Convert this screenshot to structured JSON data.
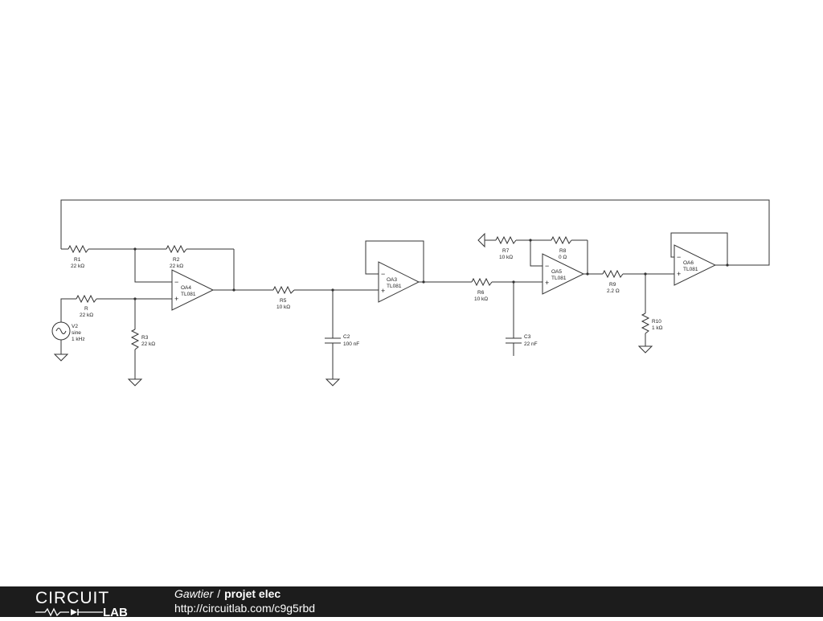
{
  "components": {
    "R1": {
      "name": "R1",
      "value": "22 kΩ"
    },
    "R2": {
      "name": "R2",
      "value": "22 kΩ"
    },
    "R": {
      "name": "R",
      "value": "22 kΩ"
    },
    "R3": {
      "name": "R3",
      "value": "22 kΩ"
    },
    "V2": {
      "name": "V2",
      "type": "sine",
      "freq": "1 kHz"
    },
    "OA4": {
      "name": "OA4",
      "model": "TL081"
    },
    "R5": {
      "name": "R5",
      "value": "10 kΩ"
    },
    "C2": {
      "name": "C2",
      "value": "100 nF"
    },
    "OA3": {
      "name": "OA3",
      "model": "TL081"
    },
    "R6": {
      "name": "R6",
      "value": "10 kΩ"
    },
    "C3": {
      "name": "C3",
      "value": "22 nF"
    },
    "R7": {
      "name": "R7",
      "value": "10 kΩ"
    },
    "R8": {
      "name": "R8",
      "value": "0 Ω"
    },
    "OA5": {
      "name": "OA5",
      "model": "TL081"
    },
    "R9": {
      "name": "R9",
      "value": "2.2 Ω"
    },
    "R10": {
      "name": "R10",
      "value": "1 kΩ"
    },
    "OA6": {
      "name": "OA6",
      "model": "TL081"
    }
  },
  "opamp_symbols": {
    "minus": "−",
    "plus": "+"
  },
  "footer": {
    "logo_top": "CIRCUIT",
    "logo_bottom": "LAB",
    "author": "Gawtier",
    "separator": "/",
    "project_title": "projet elec",
    "url": "http://circuitlab.com/c9g5rbd"
  }
}
